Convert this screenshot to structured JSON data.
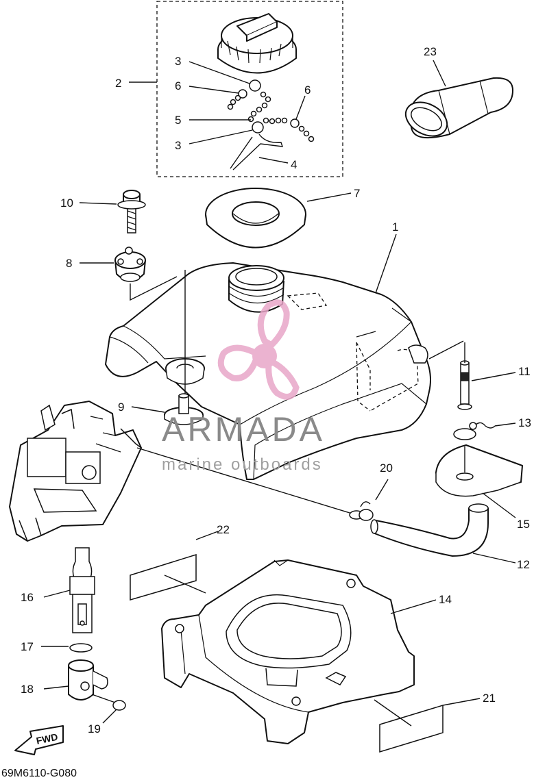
{
  "diagram": {
    "drawing_code": "69M6110-G080",
    "fwd_label": "FWD",
    "callouts": [
      {
        "id": "c2",
        "label": "2"
      },
      {
        "id": "c3a",
        "label": "3"
      },
      {
        "id": "c6a",
        "label": "6"
      },
      {
        "id": "c5",
        "label": "5"
      },
      {
        "id": "c3b",
        "label": "3"
      },
      {
        "id": "c6b",
        "label": "6"
      },
      {
        "id": "c4",
        "label": "4"
      },
      {
        "id": "c23",
        "label": "23"
      },
      {
        "id": "c10",
        "label": "10"
      },
      {
        "id": "c7",
        "label": "7"
      },
      {
        "id": "c1",
        "label": "1"
      },
      {
        "id": "c8",
        "label": "8"
      },
      {
        "id": "c9",
        "label": "9"
      },
      {
        "id": "c11",
        "label": "11"
      },
      {
        "id": "c13",
        "label": "13"
      },
      {
        "id": "c20",
        "label": "20"
      },
      {
        "id": "c15",
        "label": "15"
      },
      {
        "id": "c22",
        "label": "22"
      },
      {
        "id": "c12",
        "label": "12"
      },
      {
        "id": "c16",
        "label": "16"
      },
      {
        "id": "c14",
        "label": "14"
      },
      {
        "id": "c17",
        "label": "17"
      },
      {
        "id": "c18",
        "label": "18"
      },
      {
        "id": "c21",
        "label": "21"
      },
      {
        "id": "c19",
        "label": "19"
      }
    ]
  },
  "watermark": {
    "brand": "ARMADA",
    "tagline": "marine outboards",
    "logo_color": "#e8a6c8",
    "text_color": "#8a8a8a"
  }
}
